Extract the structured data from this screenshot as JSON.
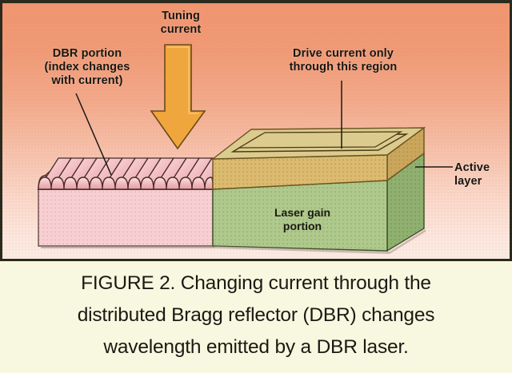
{
  "figure": {
    "caption_lines": [
      "FIGURE 2. Changing current through the",
      "distributed Bragg reflector (DBR) changes",
      "wavelength emitted by a DBR laser."
    ],
    "caption_background": "#F7F8DF",
    "border_color": "#2A2A1E"
  },
  "illustration": {
    "background_gradient_top": "#F09570",
    "background_gradient_bottom": "#FBEBE3",
    "labels": {
      "dbr_portion": "DBR portion\n(index changes\nwith current)",
      "tuning_current": "Tuning\ncurrent",
      "drive_current": "Drive current only\nthrough this region",
      "active_layer": "Active\nlayer",
      "laser_gain_portion": "Laser gain\nportion"
    },
    "arrow": {
      "name": "tuning-current-arrow",
      "fill": "#EFA63C",
      "stroke": "#6B4A16",
      "direction": "down"
    },
    "parts": {
      "dbr_grating": {
        "name": "dbr-corrugated-grating",
        "fill_top": "#F5C3C6",
        "fill_body": "#F7CDD0",
        "stroke": "#55332F",
        "ridge_count": 8
      },
      "upper_cladding": {
        "name": "upper-cladding-block",
        "fill_front": "#D4B46A",
        "fill_top": "#DCCB8E",
        "fill_side": "#C9A65C",
        "stroke": "#6B5520"
      },
      "active_layer_block": {
        "name": "active-layer-gain-block",
        "fill_front": "#A7C184",
        "fill_side": "#88A96A",
        "stroke": "#3D5226"
      },
      "electrode_stripe": {
        "name": "electrode-stripe",
        "stroke": "#4A3B14"
      }
    }
  }
}
